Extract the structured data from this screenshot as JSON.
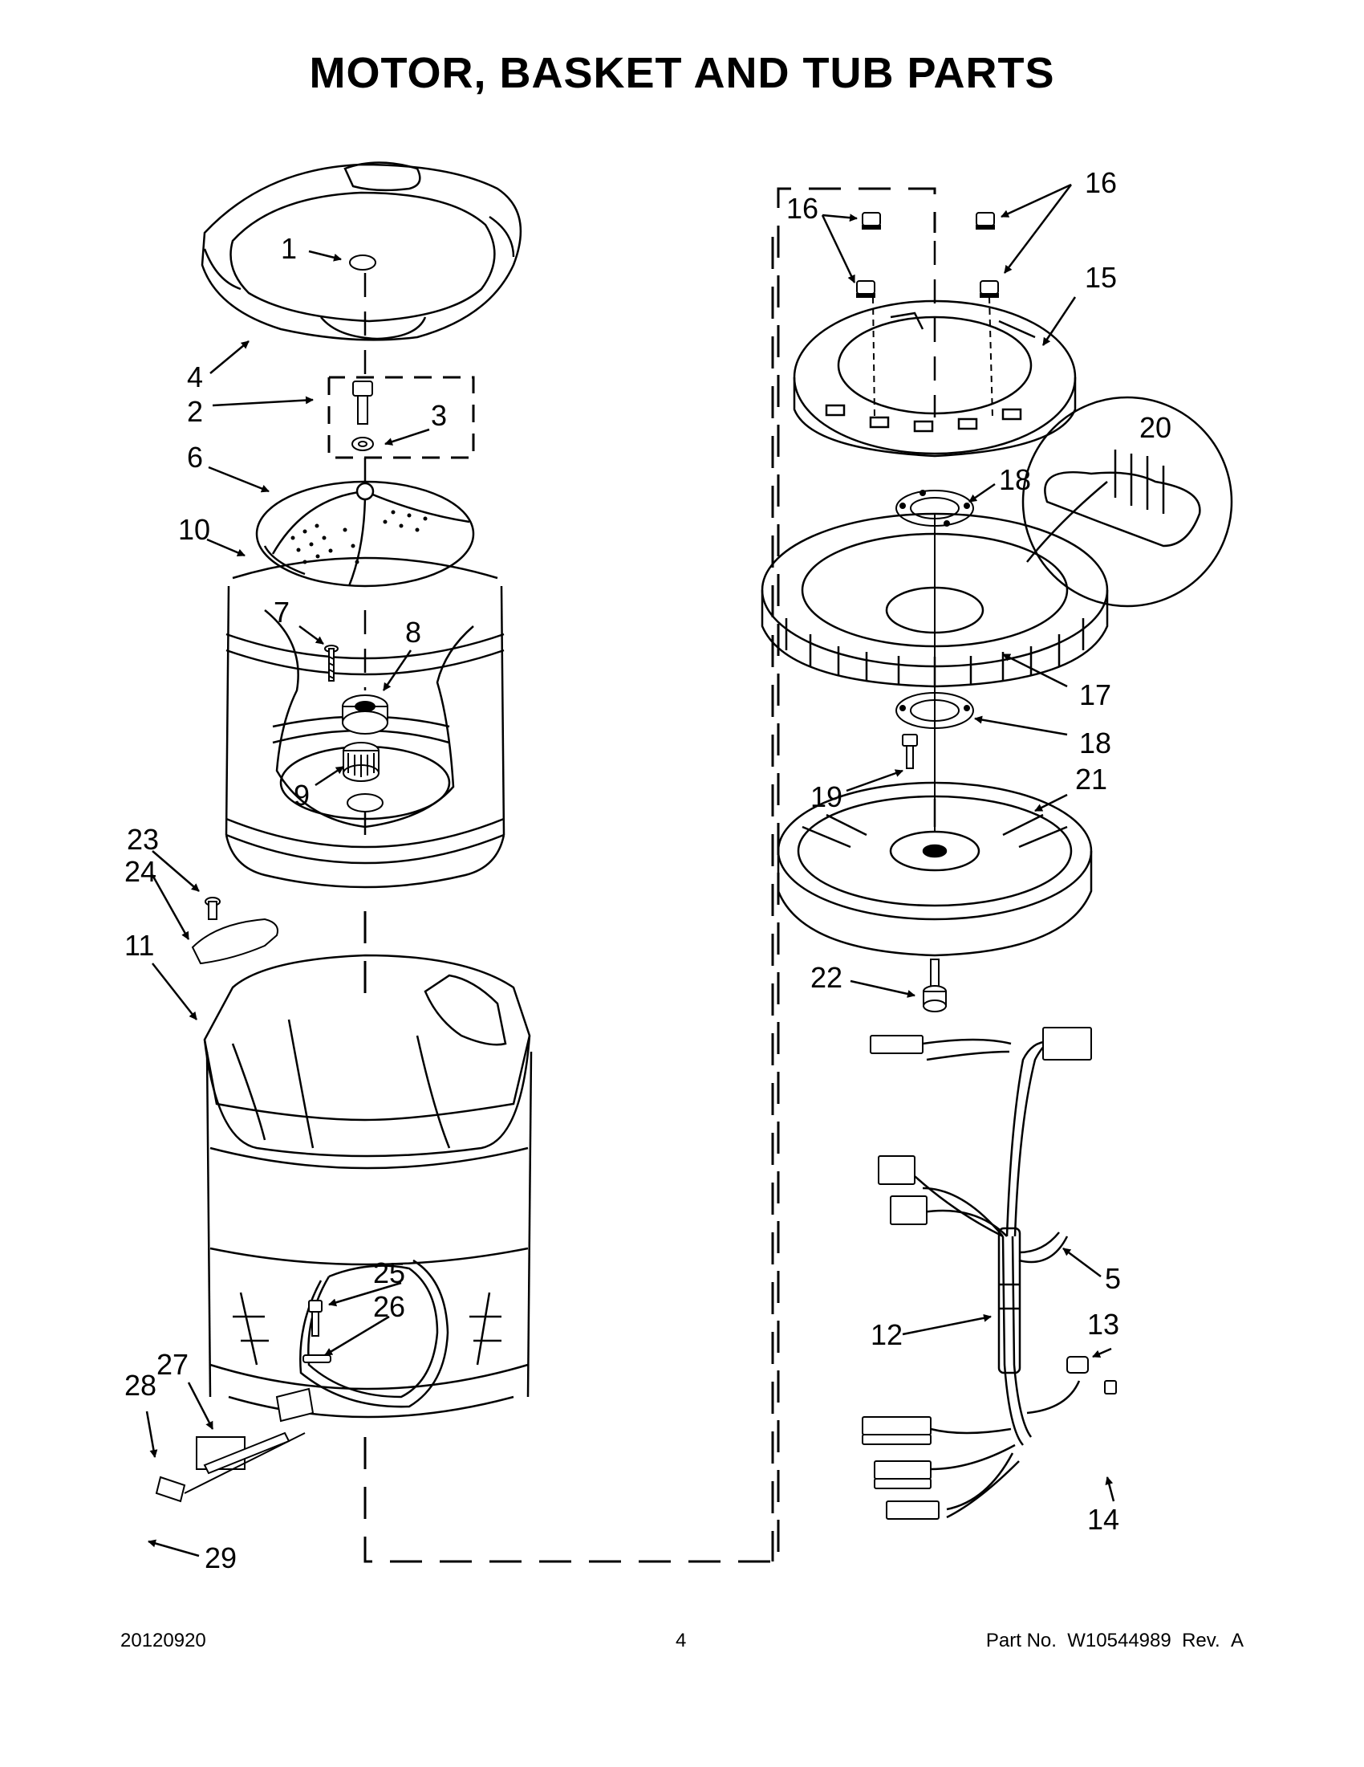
{
  "page": {
    "title": "MOTOR, BASKET AND TUB PARTS",
    "footer": {
      "date_code": "20120920",
      "page_number": "4",
      "part_no_label": "Part No.",
      "part_no_value": "W10544989",
      "rev_label": "Rev.",
      "rev_value": "A"
    }
  },
  "callouts": {
    "c1": "1",
    "c2": "2",
    "c3": "3",
    "c4": "4",
    "c5": "5",
    "c6": "6",
    "c7": "7",
    "c8": "8",
    "c9": "9",
    "c10": "10",
    "c11": "11",
    "c12": "12",
    "c13": "13",
    "c14": "14",
    "c15": "15",
    "c16a": "16",
    "c16b": "16",
    "c17": "17",
    "c18a": "18",
    "c18b": "18",
    "c19": "19",
    "c20": "20",
    "c21": "21",
    "c22": "22",
    "c23": "23",
    "c24": "24",
    "c25": "25",
    "c26": "26",
    "c27": "27",
    "c28": "28",
    "c29": "29"
  }
}
